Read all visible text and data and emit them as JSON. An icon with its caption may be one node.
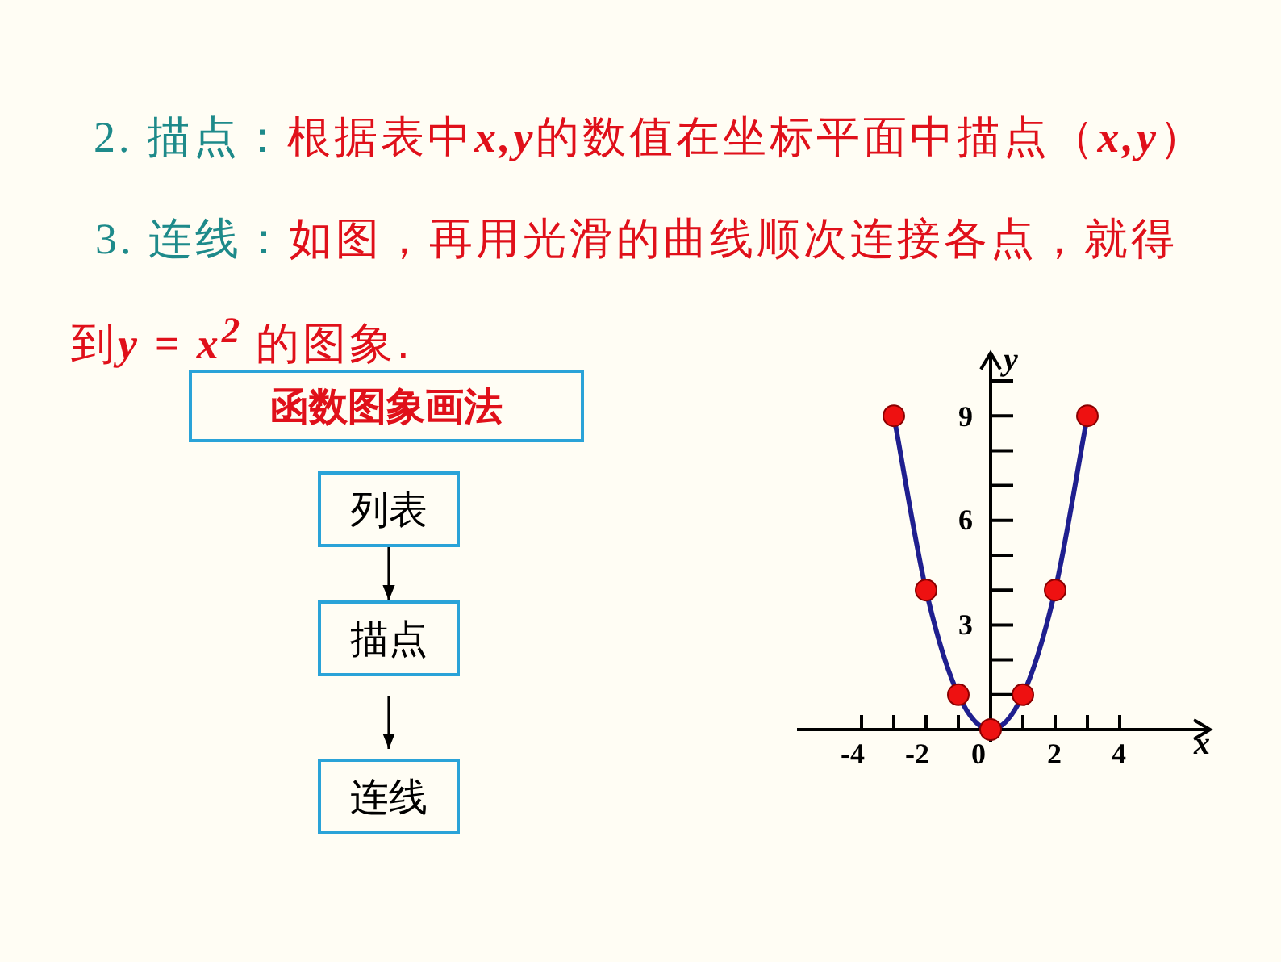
{
  "diagram": {
    "nodes": [
      {
        "text": [
          "函数图象画法"
        ]
      },
      {
        "text": [
          "列表"
        ]
      },
      {
        "text": [
          "描点"
        ]
      },
      {
        "text": [
          "连线"
        ]
      }
    ],
    "edges": [
      {
        "from": 1,
        "to": 2,
        "arrow": "to"
      },
      {
        "from": 2,
        "to": 3,
        "arrow": "to"
      }
    ],
    "labels": [
      "2. 描点：",
      "根据表中",
      "x,y",
      "的数值在坐标平面中描点（",
      "x,y",
      "）",
      "3. 连线：",
      "如图，再用光滑的曲线顺次连接各点，就得到",
      "y = x$^{2}$",
      "的图象."
    ],
    "chart_data": {
      "type": "line",
      "xlabel": "x",
      "ylabel": "y",
      "x": [
        -3,
        -2,
        -1,
        0,
        1,
        2,
        3
      ],
      "series": [
        {
          "color": "#1f1f8f",
          "marker": "circle",
          "values": [
            9,
            4,
            1,
            0,
            1,
            4,
            9
          ]
        }
      ],
      "xlim": [
        -6,
        6.8
      ],
      "ylim": [
        0,
        10.8
      ],
      "xticks": [
        -4,
        -2,
        0,
        2,
        4
      ],
      "yticks": [
        3,
        6,
        9
      ]
    }
  }
}
